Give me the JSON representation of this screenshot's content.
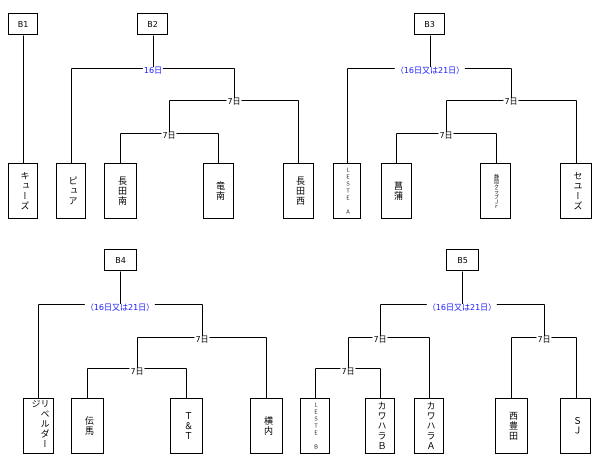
{
  "colors": {
    "line": "#000000",
    "date_highlight": "#1a1aff"
  },
  "blocks": {
    "B1": {
      "title": "B1"
    },
    "B2": {
      "title": "B2",
      "final_date": "16日",
      "semi_date": "7日",
      "first_round_date": "7日",
      "teams": [
        "ピュア",
        "長田南",
        "竜南",
        "長田西"
      ]
    },
    "B3": {
      "title": "B3",
      "final_date": "（16日又は21日）",
      "semi_date": "7日",
      "first_round_date": "7日",
      "teams": [
        "ＬＥＳＴＥ　Ａ",
        "菖蒲",
        "静岡クラブＪｒ",
        "セユーズ"
      ]
    },
    "B4": {
      "title": "B4",
      "final_date": "（16日又は21日）",
      "semi_date": "7日",
      "first_round_date": "7日",
      "teams": [
        "リベルダージ",
        "伝馬",
        "Ｔ＆Ｔ",
        "横内"
      ]
    },
    "B5": {
      "title": "B5",
      "final_date": "（16日又は21日）",
      "left_semi_date": "7日",
      "first_round_date": "7日",
      "right_semi_date": "7日",
      "teams": [
        "ＬＥＳＴＥ　Ｂ",
        "カワハラＢ",
        "カワハラＡ",
        "西豊田",
        "ＳＪ"
      ]
    }
  },
  "b1_team": "キューズ"
}
